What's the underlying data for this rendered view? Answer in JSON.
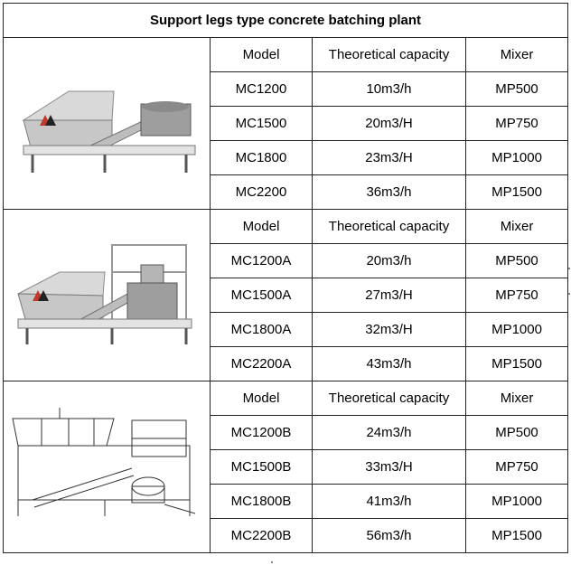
{
  "title": "Support legs type concrete batching plant",
  "headers": {
    "model": "Model",
    "capacity": "Theoretical capacity",
    "mixer": "Mixer"
  },
  "groups": [
    {
      "image": "batching-plant-photo",
      "rows": [
        {
          "model": "MC1200",
          "capacity": "10m3/h",
          "mixer": "MP500"
        },
        {
          "model": "MC1500",
          "capacity": "20m3/H",
          "mixer": "MP750"
        },
        {
          "model": "MC1800",
          "capacity": "23m3/H",
          "mixer": "MP1000"
        },
        {
          "model": "MC2200",
          "capacity": "36m3/h",
          "mixer": "MP1500"
        }
      ]
    },
    {
      "image": "batching-plant-with-frame-photo",
      "rows": [
        {
          "model": "MC1200A",
          "capacity": "20m3/h",
          "mixer": "MP500"
        },
        {
          "model": "MC1500A",
          "capacity": "27m3/H",
          "mixer": "MP750"
        },
        {
          "model": "MC1800A",
          "capacity": "32m3/H",
          "mixer": "MP1000"
        },
        {
          "model": "MC2200A",
          "capacity": "43m3/h",
          "mixer": "MP1500"
        }
      ]
    },
    {
      "image": "batching-plant-line-drawing",
      "rows": [
        {
          "model": "MC1200B",
          "capacity": "24m3/h",
          "mixer": "MP500"
        },
        {
          "model": "MC1500B",
          "capacity": "33m3/H",
          "mixer": "MP750"
        },
        {
          "model": "MC1800B",
          "capacity": "41m3/h",
          "mixer": "MP1000"
        },
        {
          "model": "MC2200B",
          "capacity": "56m3/h",
          "mixer": "MP1500"
        }
      ]
    }
  ]
}
